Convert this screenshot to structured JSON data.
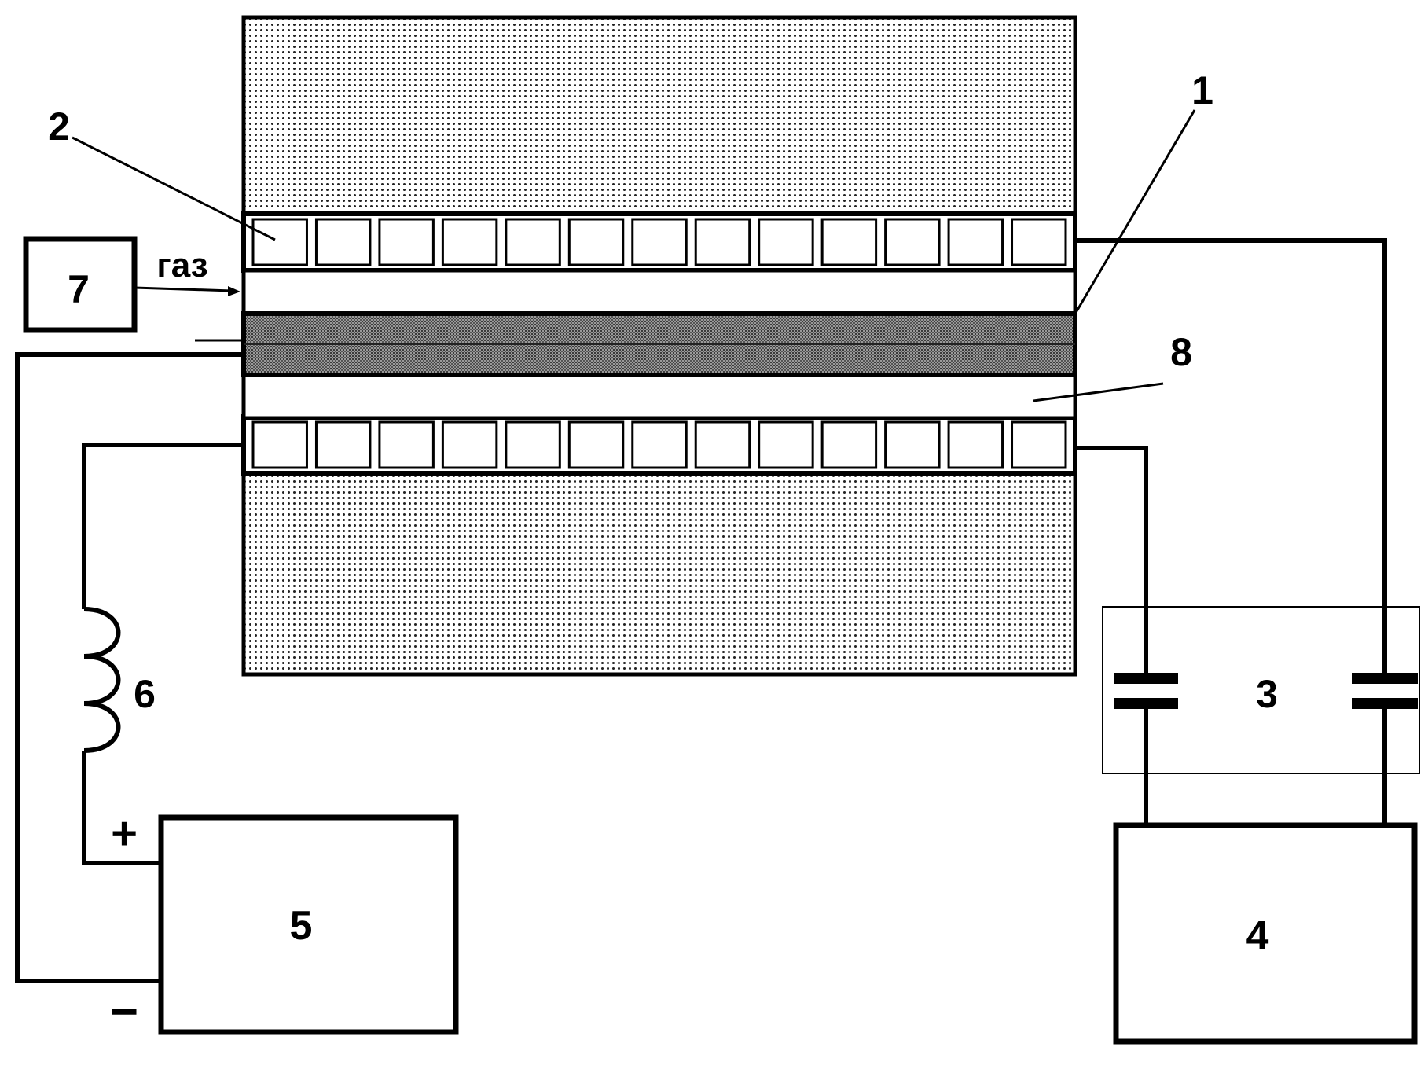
{
  "labels": {
    "l1": "1",
    "l2": "2",
    "l3": "3",
    "l4": "4",
    "l5": "5",
    "l6": "6",
    "l7": "7",
    "l8": "8",
    "gas": "газ",
    "plus": "+",
    "minus": "−"
  },
  "colors": {
    "line": "#000000",
    "background": "#ffffff",
    "dot_fill": "#222222",
    "rod_fill": "#9a9a9a"
  }
}
